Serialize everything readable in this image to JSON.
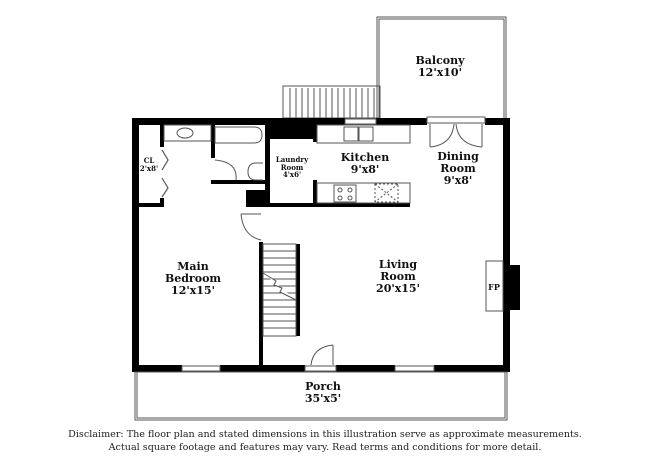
{
  "floorplan": {
    "rooms": [
      {
        "id": "balcony",
        "name": "Balcony",
        "dims": "12'x10'"
      },
      {
        "id": "closet",
        "name": "CL",
        "dims": "2'x8'"
      },
      {
        "id": "laundry",
        "name_line1": "Laundry",
        "name_line2": "Room",
        "dims": "4'x6'"
      },
      {
        "id": "kitchen",
        "name": "Kitchen",
        "dims": "9'x8'"
      },
      {
        "id": "dining",
        "name_line1": "Dining",
        "name_line2": "Room",
        "dims": "9'x8'"
      },
      {
        "id": "main-bedroom",
        "name_line1": "Main",
        "name_line2": "Bedroom",
        "dims": "12'x15'"
      },
      {
        "id": "living",
        "name_line1": "Living",
        "name_line2": "Room",
        "dims": "20'x15'"
      },
      {
        "id": "porch",
        "name": "Porch",
        "dims": "35'x5'"
      }
    ],
    "fireplace_label": "FP"
  },
  "disclaimer": {
    "line1": "Disclaimer: The floor plan and stated dimensions in this illustration serve as approximate measurements.",
    "line2": "Actual square footage and features may vary. Read terms and conditions for more detail."
  },
  "colors": {
    "wall": "#000000",
    "line": "#555555",
    "background": "#ffffff"
  }
}
